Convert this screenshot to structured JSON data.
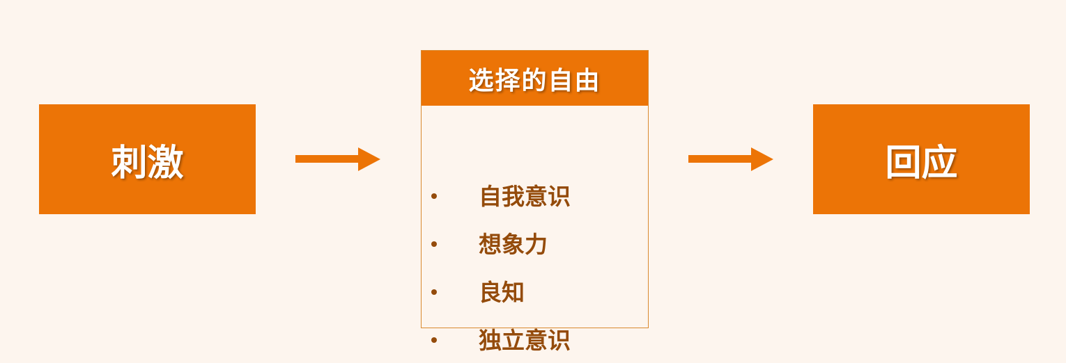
{
  "stimulus": {
    "label": "刺激"
  },
  "response": {
    "label": "回应"
  },
  "choice": {
    "title": "选择的自由",
    "items": [
      {
        "label": "自我意识"
      },
      {
        "label": "想象力"
      },
      {
        "label": "良知"
      },
      {
        "label": "独立意识"
      }
    ]
  },
  "colors": {
    "accent": "#ec7406",
    "background": "#fdf5ee",
    "item_text": "#944b0b",
    "box_text": "#ffffff"
  }
}
